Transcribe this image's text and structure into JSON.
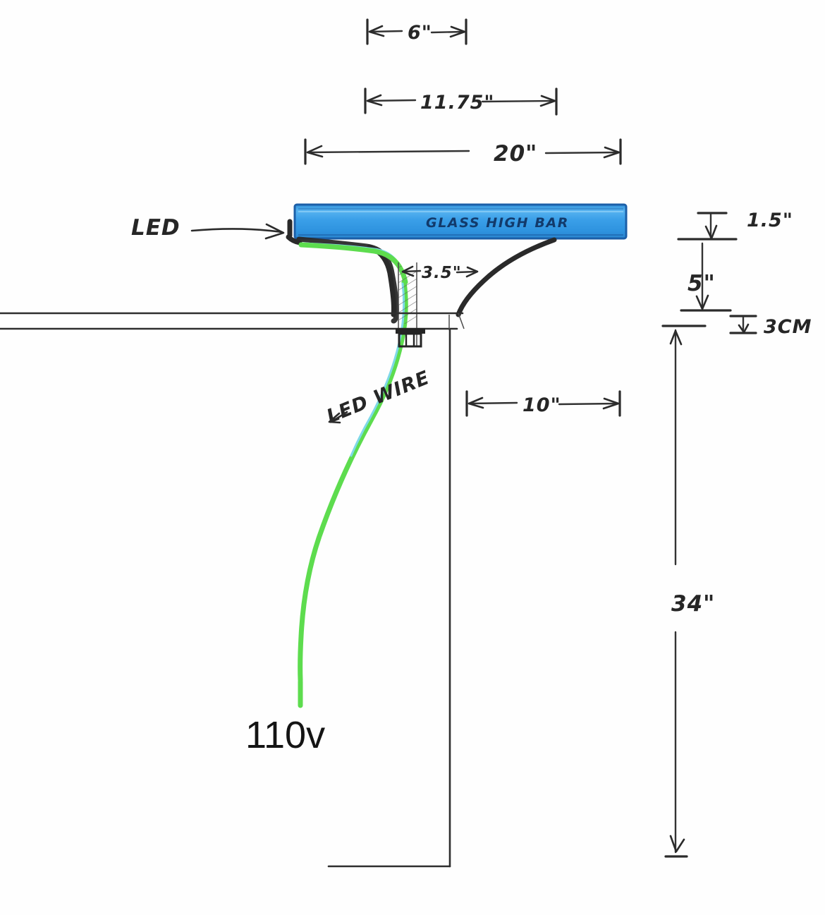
{
  "drawing": {
    "title": "Glass High Bar LED Installation Sketch",
    "medium": "hand-drawn pencil sketch with blue marker and green highlighter"
  },
  "labels": {
    "led": "LED",
    "led_wire": "LED WIRE",
    "bar_caption": "GLASS HIGH BAR",
    "voltage": "110v"
  },
  "dimensions": {
    "top_a": "6\"",
    "top_b": "11.75\"",
    "top_c": "20\"",
    "inset": "3.5\"",
    "overhang": "10\"",
    "bar_height": "1.5\"",
    "gap": "5\"",
    "thickness": "3CM",
    "counter_height": "34\""
  },
  "colors": {
    "bar_fill": "#3a9fe8",
    "bar_edge": "#1b5fa8",
    "bar_text": "#123a6b",
    "wire_green": "#5ddc4e",
    "wire_cyan": "#7fd8e8",
    "pencil": "#2e2e2e",
    "paper": "#fefefe"
  }
}
